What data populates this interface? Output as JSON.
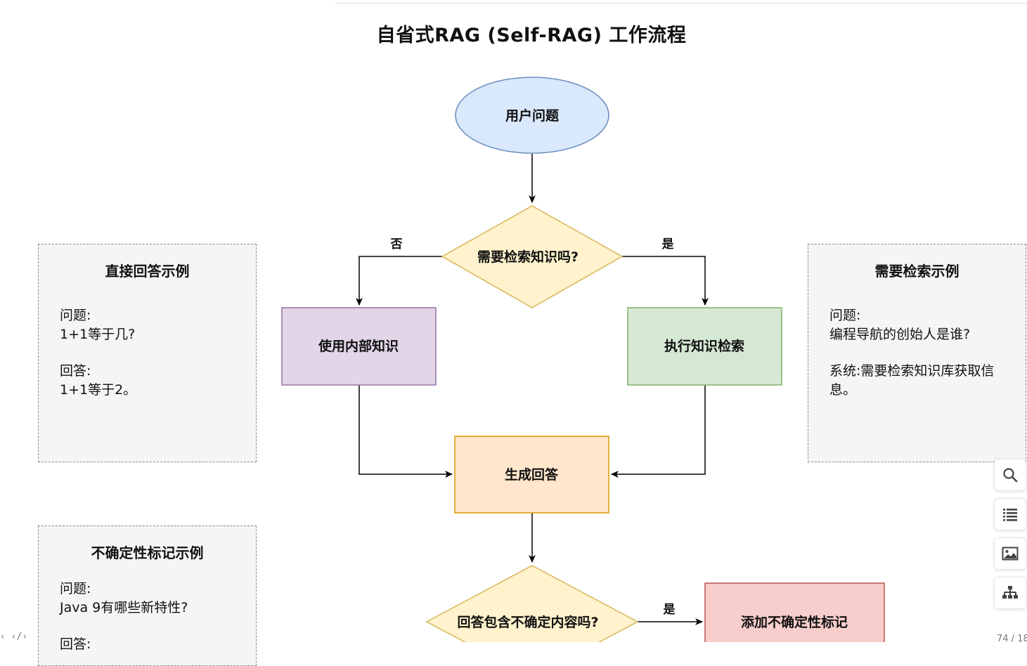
{
  "title": "自省式RAG (Self-RAG) 工作流程",
  "nodes": {
    "start": "用户问题",
    "decision_retrieve": "需要检索知识吗?",
    "internal": "使用内部知识",
    "retrieve": "执行知识检索",
    "generate": "生成回答",
    "decision_uncertain": "回答包含不确定内容吗?",
    "mark_uncertain": "添加不确定性标记"
  },
  "edges": {
    "no": "否",
    "yes": "是",
    "yes2": "是"
  },
  "examples": {
    "direct": {
      "title": "直接回答示例",
      "q_label": "问题:",
      "q_text": "1+1等于几?",
      "a_label": "回答:",
      "a_text": "1+1等于2。"
    },
    "retrieval": {
      "title": "需要检索示例",
      "q_label": "问题:",
      "q_text": "编程导航的创始人是谁?",
      "s_text": "系统:需要检索知识库获取信息。"
    },
    "uncertain": {
      "title": "不确定性标记示例",
      "q_label": "问题:",
      "q_text": "Java 9有哪些新特性?",
      "a_label": "回答:"
    }
  },
  "colors": {
    "start_fill": "#dae8fc",
    "start_stroke": "#6c8ebf",
    "decision_fill": "#fff2cc",
    "decision_stroke": "#d6b656",
    "internal_fill": "#e1d5e7",
    "internal_stroke": "#9673a6",
    "retrieve_fill": "#d5e8d4",
    "retrieve_stroke": "#82b366",
    "generate_fill": "#ffe6cc",
    "generate_stroke": "#d79b00",
    "mark_fill": "#f8cecc",
    "mark_stroke": "#b85450"
  },
  "toolbar": {
    "icons": [
      "search-icon",
      "list-icon",
      "image-icon",
      "sitemap-icon"
    ]
  },
  "footer": {
    "code_glyph": "‹ ‹/›",
    "page_indicator": "74 / 18"
  }
}
